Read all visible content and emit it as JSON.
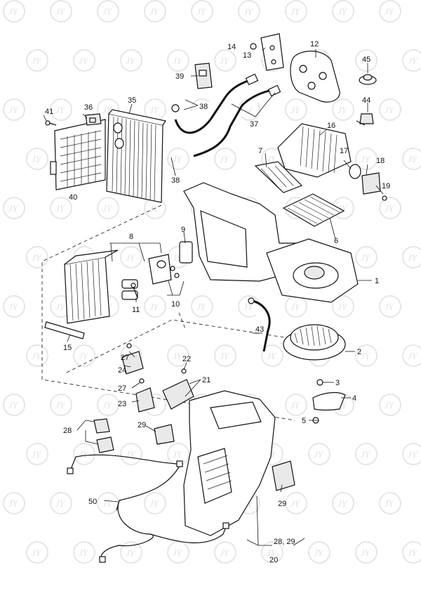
{
  "callouts": {
    "c1": "1",
    "c2": "2",
    "c3": "3",
    "c4": "4",
    "c5": "5",
    "c6": "6",
    "c7": "7",
    "c8": "8",
    "c9": "9",
    "c10": "10",
    "c11": "11",
    "c12": "12",
    "c13": "13",
    "c14": "14",
    "c15": "15",
    "c16": "16",
    "c17": "17",
    "c18": "18",
    "c19": "19",
    "c20": "20",
    "c21": "21",
    "c22": "22",
    "c23": "23",
    "c24": "24",
    "c27a": "27",
    "c27b": "27",
    "c28": "28",
    "c28_29": "28, 29",
    "c29a": "29",
    "c29b": "29",
    "c35": "35",
    "c36": "36",
    "c37": "37",
    "c38a": "38",
    "c38b": "38",
    "c39": "39",
    "c40": "40",
    "c41": "41",
    "c43": "43",
    "c44": "44",
    "c45": "45",
    "c50": "50"
  },
  "watermark": {
    "text": "JY"
  }
}
